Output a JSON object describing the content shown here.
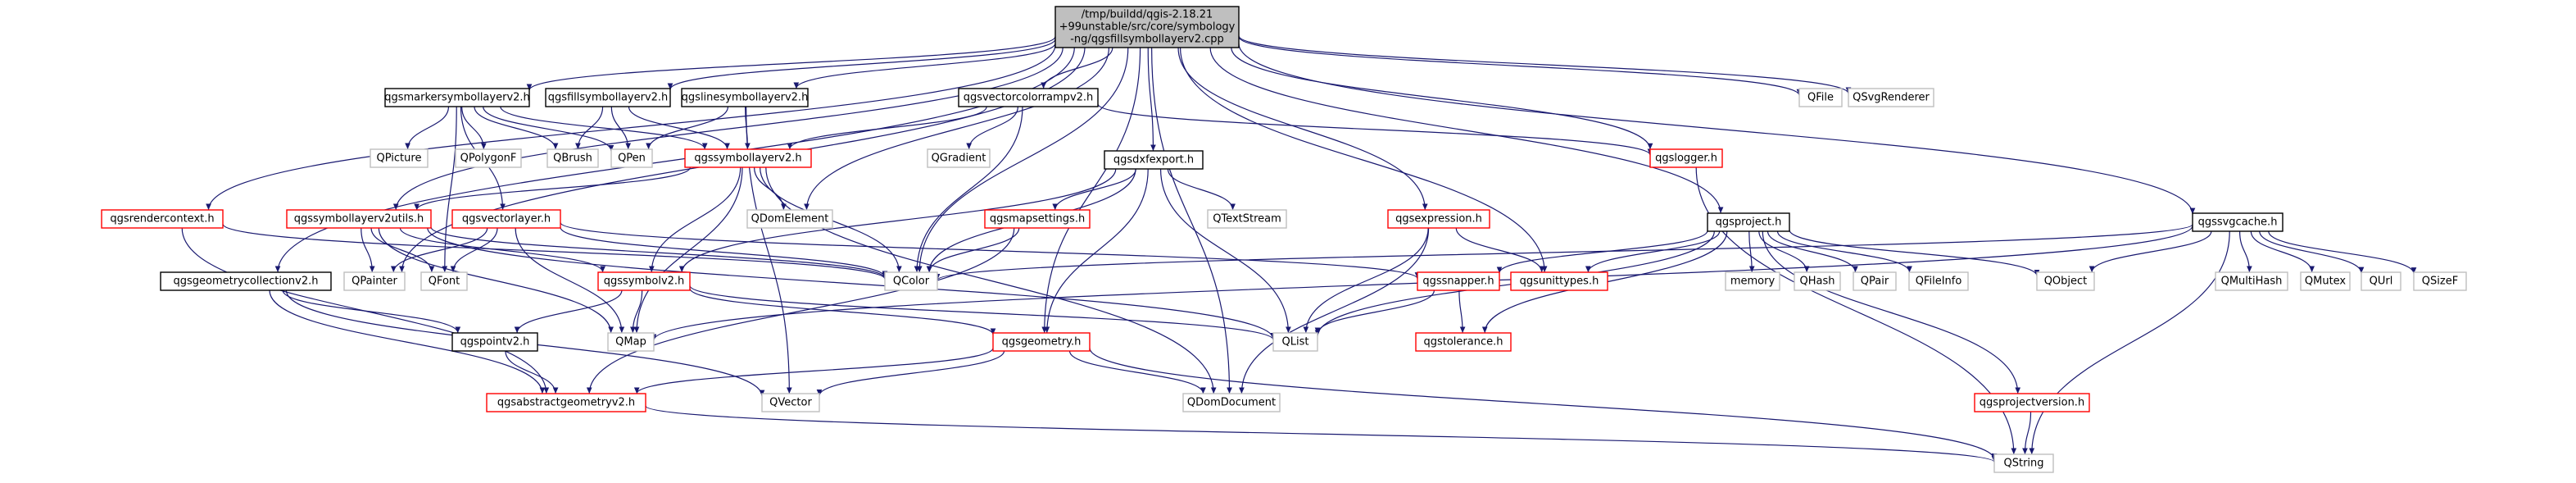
{
  "diagram": {
    "root": {
      "id": "root",
      "lines": [
        "/tmp/buildd/qgis-2.18.21",
        "+99unstable/src/core/symbology",
        "-ng/qgsfillsymbollayerv2.cpp"
      ]
    },
    "nodes": [
      {
        "id": "qgsmarkersymbollayerv2",
        "label": "qgsmarkersymbollayerv2.h",
        "kind": "local"
      },
      {
        "id": "qgsfillsymbollayerv2",
        "label": "qgsfillsymbollayerv2.h",
        "kind": "local"
      },
      {
        "id": "qgslinesymbollayerv2",
        "label": "qgslinesymbollayerv2.h",
        "kind": "local"
      },
      {
        "id": "qgsvectorcolorrampv2",
        "label": "qgsvectorcolorrampv2.h",
        "kind": "local"
      },
      {
        "id": "QFile",
        "label": "QFile",
        "kind": "system"
      },
      {
        "id": "QSvgRenderer",
        "label": "QSvgRenderer",
        "kind": "system"
      },
      {
        "id": "QPicture",
        "label": "QPicture",
        "kind": "system"
      },
      {
        "id": "QPolygonF",
        "label": "QPolygonF",
        "kind": "system"
      },
      {
        "id": "QBrush",
        "label": "QBrush",
        "kind": "system"
      },
      {
        "id": "QPen",
        "label": "QPen",
        "kind": "system"
      },
      {
        "id": "qgssymbollayerv2",
        "label": "qgssymbollayerv2.h",
        "kind": "missing"
      },
      {
        "id": "QGradient",
        "label": "QGradient",
        "kind": "system"
      },
      {
        "id": "qgslogger",
        "label": "qgslogger.h",
        "kind": "missing"
      },
      {
        "id": "qgsdxfexport",
        "label": "qgsdxfexport.h",
        "kind": "local"
      },
      {
        "id": "QDomElement",
        "label": "QDomElement",
        "kind": "system"
      },
      {
        "id": "QTextStream",
        "label": "QTextStream",
        "kind": "system"
      },
      {
        "id": "qgsrendercontext",
        "label": "qgsrendercontext.h",
        "kind": "missing"
      },
      {
        "id": "qgssymbollayerv2utils",
        "label": "qgssymbollayerv2utils.h",
        "kind": "missing"
      },
      {
        "id": "qgsvectorlayer",
        "label": "qgsvectorlayer.h",
        "kind": "missing"
      },
      {
        "id": "qgsmapsettings",
        "label": "qgsmapsettings.h",
        "kind": "missing"
      },
      {
        "id": "qgsexpression",
        "label": "qgsexpression.h",
        "kind": "missing"
      },
      {
        "id": "qgsproject",
        "label": "qgsproject.h",
        "kind": "local"
      },
      {
        "id": "qgssvgcache",
        "label": "qgssvgcache.h",
        "kind": "local"
      },
      {
        "id": "qgsgeometrycollectionv2",
        "label": "qgsgeometrycollectionv2.h",
        "kind": "local"
      },
      {
        "id": "QPainter",
        "label": "QPainter",
        "kind": "system"
      },
      {
        "id": "QFont",
        "label": "QFont",
        "kind": "system"
      },
      {
        "id": "qgssymbolv2",
        "label": "qgssymbolv2.h",
        "kind": "missing"
      },
      {
        "id": "QColor",
        "label": "QColor",
        "kind": "system"
      },
      {
        "id": "qgssnapper",
        "label": "qgssnapper.h",
        "kind": "missing"
      },
      {
        "id": "qgsunittypes",
        "label": "qgsunittypes.h",
        "kind": "missing"
      },
      {
        "id": "memory",
        "label": "memory",
        "kind": "system"
      },
      {
        "id": "QHash",
        "label": "QHash",
        "kind": "system"
      },
      {
        "id": "QPair",
        "label": "QPair",
        "kind": "system"
      },
      {
        "id": "QFileInfo",
        "label": "QFileInfo",
        "kind": "system"
      },
      {
        "id": "QObject",
        "label": "QObject",
        "kind": "system"
      },
      {
        "id": "QMultiHash",
        "label": "QMultiHash",
        "kind": "system"
      },
      {
        "id": "QMutex",
        "label": "QMutex",
        "kind": "system"
      },
      {
        "id": "QUrl",
        "label": "QUrl",
        "kind": "system"
      },
      {
        "id": "QSizeF",
        "label": "QSizeF",
        "kind": "system"
      },
      {
        "id": "qgspointv2",
        "label": "qgspointv2.h",
        "kind": "local"
      },
      {
        "id": "QMap",
        "label": "QMap",
        "kind": "system"
      },
      {
        "id": "qgsgeometry",
        "label": "qgsgeometry.h",
        "kind": "missing"
      },
      {
        "id": "QList",
        "label": "QList",
        "kind": "system"
      },
      {
        "id": "qgstolerance",
        "label": "qgstolerance.h",
        "kind": "missing"
      },
      {
        "id": "qgsabstractgeometryv2",
        "label": "qgsabstractgeometryv2.h",
        "kind": "missing"
      },
      {
        "id": "QVector",
        "label": "QVector",
        "kind": "system"
      },
      {
        "id": "QDomDocument",
        "label": "QDomDocument",
        "kind": "system"
      },
      {
        "id": "qgsprojectversion",
        "label": "qgsprojectversion.h",
        "kind": "missing"
      },
      {
        "id": "QString",
        "label": "QString",
        "kind": "system"
      }
    ],
    "edges": [
      [
        "root",
        "qgsmarkersymbollayerv2"
      ],
      [
        "root",
        "qgsfillsymbollayerv2"
      ],
      [
        "root",
        "qgslinesymbollayerv2"
      ],
      [
        "root",
        "qgsvectorcolorrampv2"
      ],
      [
        "root",
        "qgsdxfexport"
      ],
      [
        "root",
        "QFile"
      ],
      [
        "root",
        "QSvgRenderer"
      ],
      [
        "root",
        "qgslogger"
      ],
      [
        "root",
        "qgssvgcache"
      ],
      [
        "root",
        "qgsproject"
      ],
      [
        "root",
        "qgsexpression"
      ],
      [
        "root",
        "qgsrendercontext"
      ],
      [
        "root",
        "qgssymbollayerv2utils"
      ],
      [
        "root",
        "qgsgeometrycollectionv2"
      ],
      [
        "root",
        "QPainter"
      ],
      [
        "root",
        "QDomElement"
      ],
      [
        "root",
        "qgsgeometry"
      ],
      [
        "root",
        "QDomDocument"
      ],
      [
        "root",
        "qgsunittypes"
      ],
      [
        "root",
        "QColor"
      ],
      [
        "qgsmarkersymbollayerv2",
        "QPicture"
      ],
      [
        "qgsmarkersymbollayerv2",
        "QPolygonF"
      ],
      [
        "qgsmarkersymbollayerv2",
        "QBrush"
      ],
      [
        "qgsmarkersymbollayerv2",
        "QPen"
      ],
      [
        "qgsmarkersymbollayerv2",
        "qgssymbollayerv2"
      ],
      [
        "qgsmarkersymbollayerv2",
        "QFont"
      ],
      [
        "qgsmarkersymbollayerv2",
        "qgsvectorlayer"
      ],
      [
        "qgsfillsymbollayerv2",
        "QBrush"
      ],
      [
        "qgsfillsymbollayerv2",
        "QPen"
      ],
      [
        "qgsfillsymbollayerv2",
        "qgssymbollayerv2"
      ],
      [
        "qgslinesymbollayerv2",
        "QPen"
      ],
      [
        "qgslinesymbollayerv2",
        "qgssymbollayerv2"
      ],
      [
        "qgslinesymbollayerv2",
        "QVector"
      ],
      [
        "qgsvectorcolorrampv2",
        "QGradient"
      ],
      [
        "qgsvectorcolorrampv2",
        "qgssymbollayerv2"
      ],
      [
        "qgsvectorcolorrampv2",
        "QColor"
      ],
      [
        "qgsvectorcolorrampv2",
        "qgslogger"
      ],
      [
        "qgssymbollayerv2",
        "QDomElement"
      ],
      [
        "qgssymbollayerv2",
        "qgssymbollayerv2utils"
      ],
      [
        "qgssymbollayerv2",
        "QColor"
      ],
      [
        "qgssymbollayerv2",
        "QMap"
      ],
      [
        "qgssymbollayerv2",
        "qgssymbolv2"
      ],
      [
        "qgssymbollayerv2",
        "QDomDocument"
      ],
      [
        "qgsdxfexport",
        "qgsmapsettings"
      ],
      [
        "qgsdxfexport",
        "QTextStream"
      ],
      [
        "qgsdxfexport",
        "QColor"
      ],
      [
        "qgsdxfexport",
        "qgssymbolv2"
      ],
      [
        "qgsdxfexport",
        "qgsgeometry"
      ],
      [
        "qgsdxfexport",
        "QList"
      ],
      [
        "qgslogger",
        "QString"
      ],
      [
        "qgsrendercontext",
        "QColor"
      ],
      [
        "qgsrendercontext",
        "qgsabstractgeometryv2"
      ],
      [
        "qgssymbollayerv2utils",
        "QPainter"
      ],
      [
        "qgssymbollayerv2utils",
        "QFont"
      ],
      [
        "qgssymbollayerv2utils",
        "QColor"
      ],
      [
        "qgssymbollayerv2utils",
        "qgssymbolv2"
      ],
      [
        "qgssymbollayerv2utils",
        "QMap"
      ],
      [
        "qgssymbollayerv2utils",
        "QList"
      ],
      [
        "qgsvectorlayer",
        "QFont"
      ],
      [
        "qgsvectorlayer",
        "QPainter"
      ],
      [
        "qgsvectorlayer",
        "QMap"
      ],
      [
        "qgsvectorlayer",
        "qgssnapper"
      ],
      [
        "qgsvectorlayer",
        "QColor"
      ],
      [
        "qgsmapsettings",
        "QColor"
      ],
      [
        "qgsmapsettings",
        "qgsabstractgeometryv2"
      ],
      [
        "qgsexpression",
        "qgsunittypes"
      ],
      [
        "qgsexpression",
        "QList"
      ],
      [
        "qgsexpression",
        "QDomDocument"
      ],
      [
        "qgsproject",
        "qgssnapper"
      ],
      [
        "qgsproject",
        "qgsunittypes"
      ],
      [
        "qgsproject",
        "memory"
      ],
      [
        "qgsproject",
        "QHash"
      ],
      [
        "qgsproject",
        "QPair"
      ],
      [
        "qgsproject",
        "QFileInfo"
      ],
      [
        "qgsproject",
        "QObject"
      ],
      [
        "qgsproject",
        "qgstolerance"
      ],
      [
        "qgsproject",
        "qgsprojectversion"
      ],
      [
        "qgsproject",
        "QList"
      ],
      [
        "qgssvgcache",
        "QObject"
      ],
      [
        "qgssvgcache",
        "QMultiHash"
      ],
      [
        "qgssvgcache",
        "QMutex"
      ],
      [
        "qgssvgcache",
        "QUrl"
      ],
      [
        "qgssvgcache",
        "QSizeF"
      ],
      [
        "qgssvgcache",
        "QString"
      ],
      [
        "qgssvgcache",
        "QColor"
      ],
      [
        "qgssvgcache",
        "QMap"
      ],
      [
        "qgsgeometrycollectionv2",
        "qgspointv2"
      ],
      [
        "qgsgeometrycollectionv2",
        "qgsabstractgeometryv2"
      ],
      [
        "qgsgeometrycollectionv2",
        "QVector"
      ],
      [
        "qgssymbolv2",
        "QMap"
      ],
      [
        "qgssymbolv2",
        "qgspointv2"
      ],
      [
        "qgssymbolv2",
        "qgsgeometry"
      ],
      [
        "qgssymbolv2",
        "QList"
      ],
      [
        "qgssnapper",
        "QList"
      ],
      [
        "qgssnapper",
        "qgstolerance"
      ],
      [
        "qgspointv2",
        "qgsabstractgeometryv2"
      ],
      [
        "qgsgeometry",
        "qgsabstractgeometryv2"
      ],
      [
        "qgsgeometry",
        "QVector"
      ],
      [
        "qgsgeometry",
        "QDomDocument"
      ],
      [
        "qgsgeometry",
        "QString"
      ],
      [
        "qgsabstractgeometryv2",
        "QString"
      ],
      [
        "qgsprojectversion",
        "QString"
      ]
    ],
    "colors": {
      "edge": "#191970",
      "root_fill": "#bfbfbf",
      "local_stroke": "#000000",
      "missing_stroke": "#ff0000",
      "system_stroke": "#bfbfbf",
      "text": "#000000"
    }
  }
}
